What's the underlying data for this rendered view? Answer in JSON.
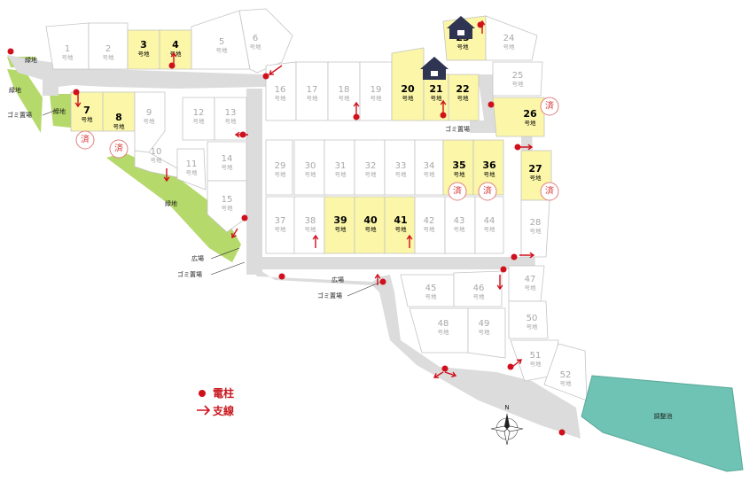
{
  "colors": {
    "road": "#dcdcdc",
    "lot_fill": "#ffffff",
    "lot_stroke": "#c4c4c4",
    "highlight": "#fbf6a8",
    "green": "#b5d96a",
    "pond": "#6ec3b4",
    "red": "#d0101c"
  },
  "lot_suffix": "号地",
  "sold_mark": "済",
  "lots": [
    {
      "no": "1",
      "hl": false
    },
    {
      "no": "2",
      "hl": false
    },
    {
      "no": "3",
      "hl": true
    },
    {
      "no": "4",
      "hl": true
    },
    {
      "no": "5",
      "hl": false
    },
    {
      "no": "6",
      "hl": false
    },
    {
      "no": "7",
      "hl": true
    },
    {
      "no": "8",
      "hl": true
    },
    {
      "no": "9",
      "hl": false
    },
    {
      "no": "10",
      "hl": false
    },
    {
      "no": "11",
      "hl": false
    },
    {
      "no": "12",
      "hl": false
    },
    {
      "no": "13",
      "hl": false
    },
    {
      "no": "14",
      "hl": false
    },
    {
      "no": "15",
      "hl": false
    },
    {
      "no": "16",
      "hl": false
    },
    {
      "no": "17",
      "hl": false
    },
    {
      "no": "18",
      "hl": false
    },
    {
      "no": "19",
      "hl": false
    },
    {
      "no": "20",
      "hl": true
    },
    {
      "no": "21",
      "hl": true
    },
    {
      "no": "22",
      "hl": true
    },
    {
      "no": "23",
      "hl": true
    },
    {
      "no": "24",
      "hl": false
    },
    {
      "no": "25",
      "hl": false
    },
    {
      "no": "26",
      "hl": true
    },
    {
      "no": "27",
      "hl": true
    },
    {
      "no": "28",
      "hl": false
    },
    {
      "no": "29",
      "hl": false
    },
    {
      "no": "30",
      "hl": false
    },
    {
      "no": "31",
      "hl": false
    },
    {
      "no": "32",
      "hl": false
    },
    {
      "no": "33",
      "hl": false
    },
    {
      "no": "34",
      "hl": false
    },
    {
      "no": "35",
      "hl": true
    },
    {
      "no": "36",
      "hl": true
    },
    {
      "no": "37",
      "hl": false
    },
    {
      "no": "38",
      "hl": false
    },
    {
      "no": "39",
      "hl": true
    },
    {
      "no": "40",
      "hl": true
    },
    {
      "no": "41",
      "hl": true
    },
    {
      "no": "42",
      "hl": false
    },
    {
      "no": "43",
      "hl": false
    },
    {
      "no": "44",
      "hl": false
    },
    {
      "no": "45",
      "hl": false
    },
    {
      "no": "46",
      "hl": false
    },
    {
      "no": "47",
      "hl": false
    },
    {
      "no": "48",
      "hl": false
    },
    {
      "no": "49",
      "hl": false
    },
    {
      "no": "50",
      "hl": false
    },
    {
      "no": "51",
      "hl": false
    },
    {
      "no": "52",
      "hl": false
    }
  ],
  "sold_lots": [
    "7",
    "8",
    "26",
    "27",
    "35",
    "36"
  ],
  "model_house_lots": [
    "21",
    "23"
  ],
  "labels": {
    "green_a": "緑地",
    "green_b": "緑地",
    "green_c": "緑地",
    "green_d": "緑地",
    "garbage_a": "ゴミ置場",
    "garbage_b": "ゴミ置場",
    "garbage_c": "ゴミ置場",
    "garbage_d": "ゴミ置場",
    "plaza_a": "広場",
    "plaza_b": "広場",
    "pond": "調整池",
    "north": "N"
  },
  "legend": {
    "pole": "電柱",
    "guy_wire": "支線"
  }
}
